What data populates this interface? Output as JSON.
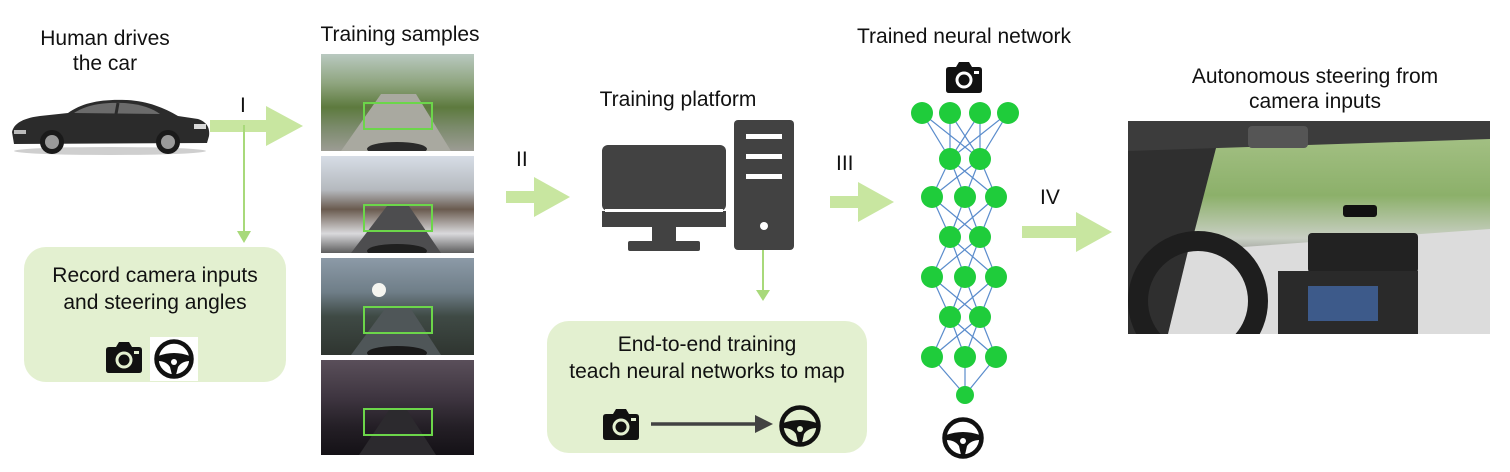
{
  "steps": {
    "human": {
      "title_line1": "Human drives",
      "title_line2": "the car"
    },
    "samples": {
      "title": "Training samples"
    },
    "platform": {
      "title": "Training platform"
    },
    "network": {
      "title": "Trained neural network"
    },
    "autonomous": {
      "title_line1": "Autonomous steering from",
      "title_line2": "camera inputs"
    }
  },
  "record_box": {
    "line1": "Record camera inputs",
    "line2": "and steering angles"
  },
  "training_box": {
    "line1": "End-to-end training",
    "line2": "teach neural networks to map"
  },
  "arrows": {
    "step1": "I",
    "step2": "II",
    "step3": "III",
    "step4": "IV"
  },
  "icons": {
    "camera": "camera-icon",
    "steering": "steering-wheel-icon",
    "monitor": "monitor-icon",
    "tower": "computer-tower-icon",
    "car": "car-icon"
  },
  "colors": {
    "arrow_green": "#c8e6a0",
    "arrow_thin": "#a8d97a",
    "box_fill": "#e3f0d0",
    "node_green": "#1fcc3b",
    "edge_blue": "#5a8ccc",
    "roi_green": "#6cd64a",
    "dark_gray": "#424242"
  }
}
